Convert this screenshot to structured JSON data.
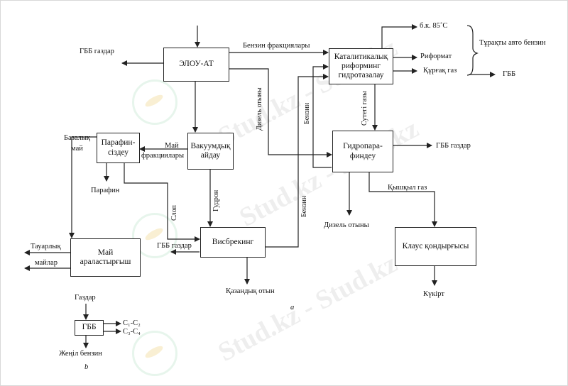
{
  "watermark": "Stud.kz - Stud.kz",
  "nodes": {
    "elou": "ЭЛОУ-АТ",
    "reforming": "Каталитикалық\nриформинг\nгидротазалау",
    "vacuum": "Вакуумдық\nайдау",
    "deparaffin": "Парафин-\nсіздеу",
    "hydrodewax": "Гидропара-\nфиндеу",
    "visbreaking": "Висбрекинг",
    "oil_blending": "Май\nараластырғыш",
    "claus": "Клаус қондырғысы",
    "gbb": "ГББ"
  },
  "labels": {
    "gbb_gases_left": "ГББ газдар",
    "gasoline_fractions": "Бензин фракциялары",
    "bk85": "б.к. 85˚С",
    "stable_gasoline": "Тұрақты авто бензин",
    "reformate": "Риформат",
    "dry_gas": "Құрғақ газ",
    "gbb_right": "ГББ",
    "diesel_fuel_vert": "Дизель отыны",
    "gasoline_vert_upper": "Бензин",
    "hydrogen_gas_vert": "Сутегі газы",
    "base_oil_1": "Базалық",
    "base_oil_2": "май",
    "oil_fractions_1": "Май",
    "oil_fractions_2": "фракциялары",
    "gbb_gases_right": "ГББ газдар",
    "paraffin": "Парафин",
    "tar_vert": "Гудрон",
    "slop_vert": "Слоп",
    "gasoline_vert_lower": "Бензин",
    "acid_gas": "Қышқыл газ",
    "diesel_fuel": "Дизель отыны",
    "gbb_gases_mid": "ГББ газдар",
    "commercial_oils_1": "Тауарлық",
    "commercial_oils_2": "майлар",
    "boiler_fuel": "Қазандық отын",
    "sulfur": "Күкірт",
    "fig_a": "а",
    "gases": "Газдар",
    "c1c2": "С₁-С₂",
    "c3c4": "С₃-С₄",
    "light_gasoline": "Жеңіл бензин",
    "fig_b": "b"
  }
}
